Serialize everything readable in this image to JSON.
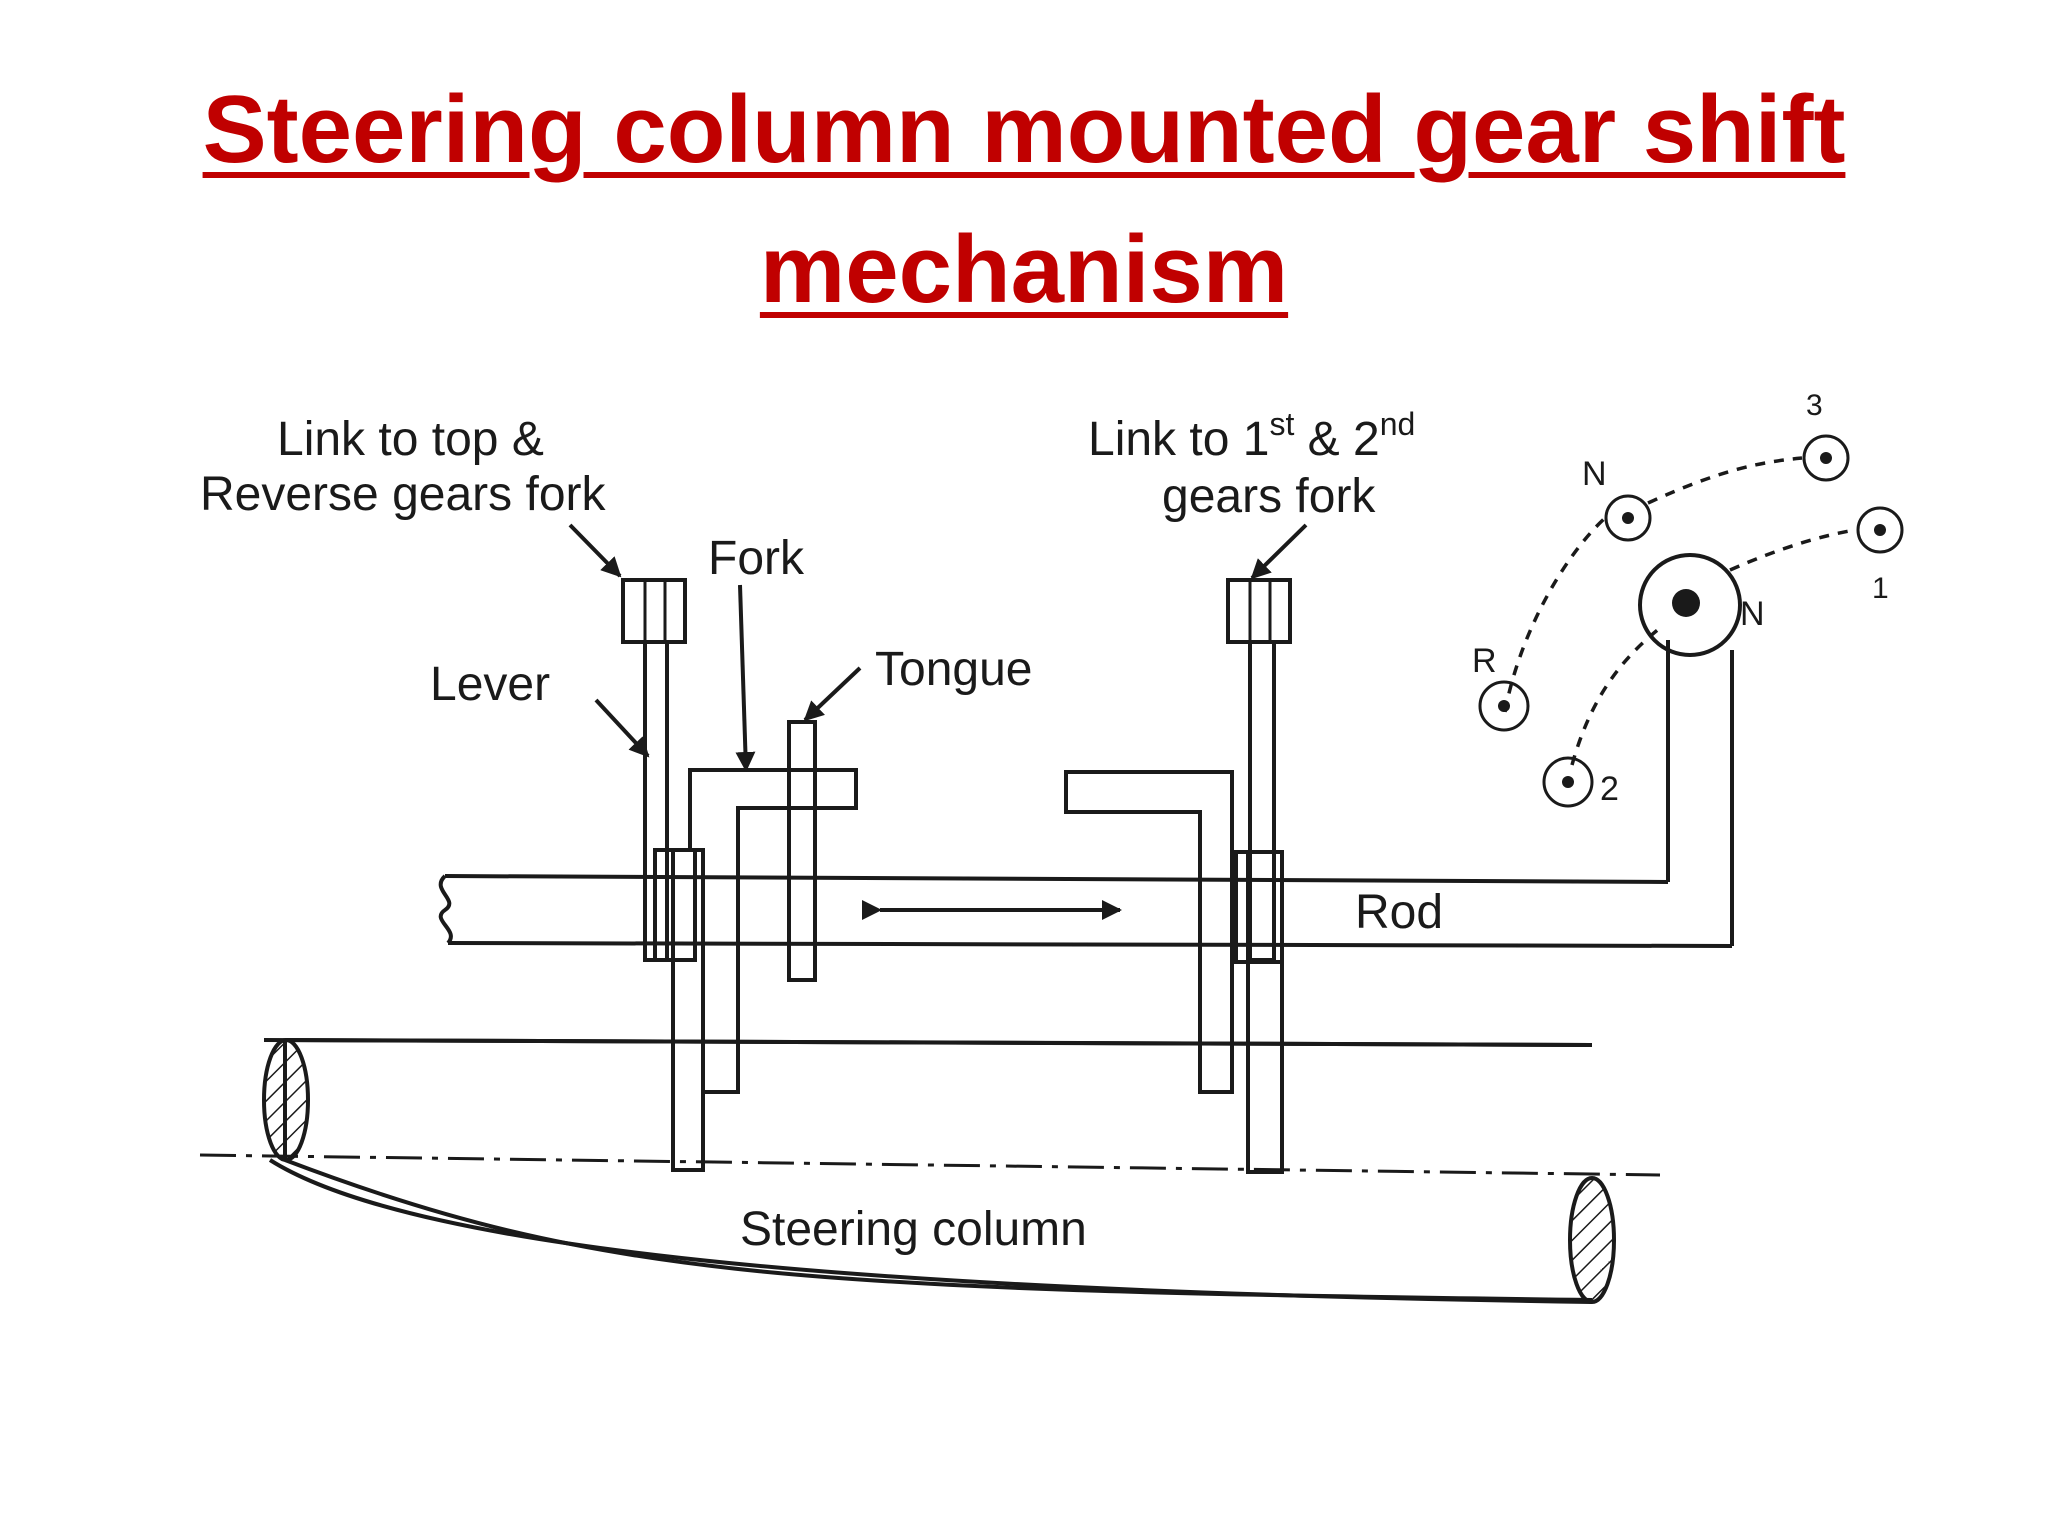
{
  "title": {
    "line1": "Steering column mounted gear shift",
    "line2": "mechanism"
  },
  "labels": {
    "link_top_reverse_1": "Link to top &",
    "link_top_reverse_2": "Reverse gears fork",
    "link_first_second_a": "Link to 1",
    "link_first_second_st": "st",
    "link_first_second_b": " & 2",
    "link_first_second_nd": "nd",
    "link_first_second_2": "gears fork",
    "fork": "Fork",
    "tongue": "Tongue",
    "lever": "Lever",
    "rod": "Rod",
    "steering_column": "Steering column"
  },
  "gate": {
    "reverse": "R",
    "neutral_upper": "N",
    "neutral_lower": "N",
    "gear1": "1",
    "gear2": "2",
    "gear3": "3"
  },
  "colors": {
    "title": "#c00000",
    "ink": "#1a1a1a"
  }
}
